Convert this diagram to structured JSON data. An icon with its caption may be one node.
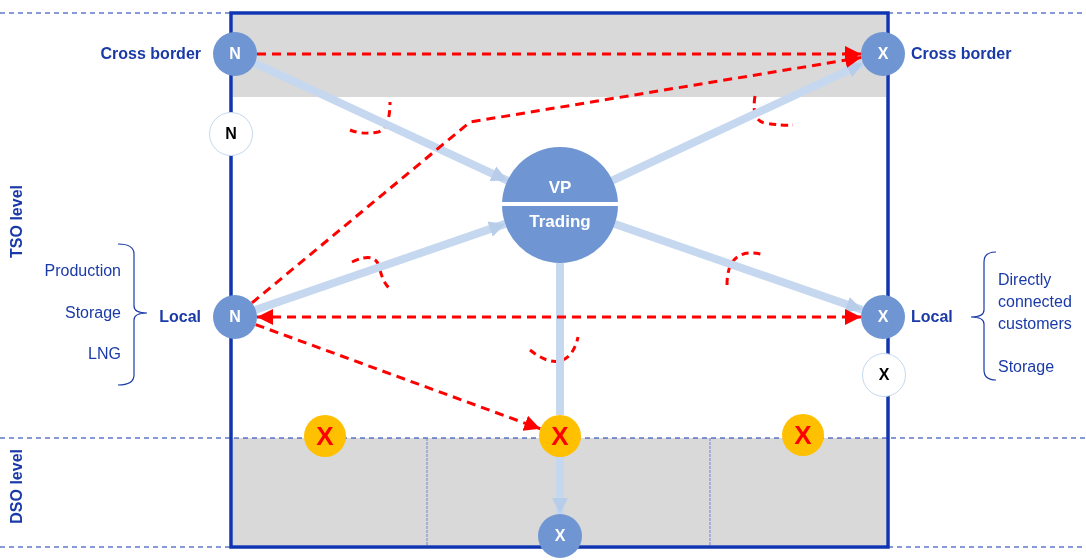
{
  "diagram": {
    "nodes": [
      {
        "text": [
          "N"
        ],
        "beside": [
          "Cross border"
        ]
      },
      {
        "text": [
          "N"
        ]
      },
      {
        "text": [
          "N"
        ],
        "beside": [
          "Local"
        ]
      },
      {
        "text": [
          "VP",
          "Trading"
        ]
      },
      {
        "text": [
          "X"
        ],
        "beside": [
          "Cross border"
        ]
      },
      {
        "text": [
          "X"
        ],
        "beside": [
          "Local"
        ]
      },
      {
        "text": [
          "X"
        ]
      },
      {
        "text": [
          "X"
        ]
      },
      {
        "text": [
          "X"
        ]
      },
      {
        "text": [
          "X"
        ]
      },
      {
        "text": [
          "X"
        ]
      }
    ],
    "edges": [
      {
        "from": 0,
        "to": 3,
        "arrow": "to"
      },
      {
        "from": 2,
        "to": 3,
        "arrow": "to"
      },
      {
        "from": 3,
        "to": 4,
        "arrow": "to"
      },
      {
        "from": 3,
        "to": 5,
        "arrow": "to"
      },
      {
        "from": 3,
        "to": 8,
        "arrow": "none"
      },
      {
        "from": 8,
        "to": 10,
        "arrow": "to"
      },
      {
        "from": 0,
        "to": 4,
        "arrow": "to",
        "style": "dashed",
        "color": "#ff0000"
      },
      {
        "from": 2,
        "to": 4,
        "arrow": "to",
        "style": "dashed",
        "color": "#ff0000"
      },
      {
        "from": 2,
        "to": 5,
        "arrow": "both",
        "style": "dashed",
        "color": "#ff0000"
      },
      {
        "from": 2,
        "to": 8,
        "arrow": "to",
        "style": "dashed",
        "color": "#ff0000"
      }
    ],
    "labels": [
      "TSO level",
      "Production",
      "Storage",
      "LNG",
      "Directly connected customers",
      "Storage",
      "DSO level"
    ]
  }
}
